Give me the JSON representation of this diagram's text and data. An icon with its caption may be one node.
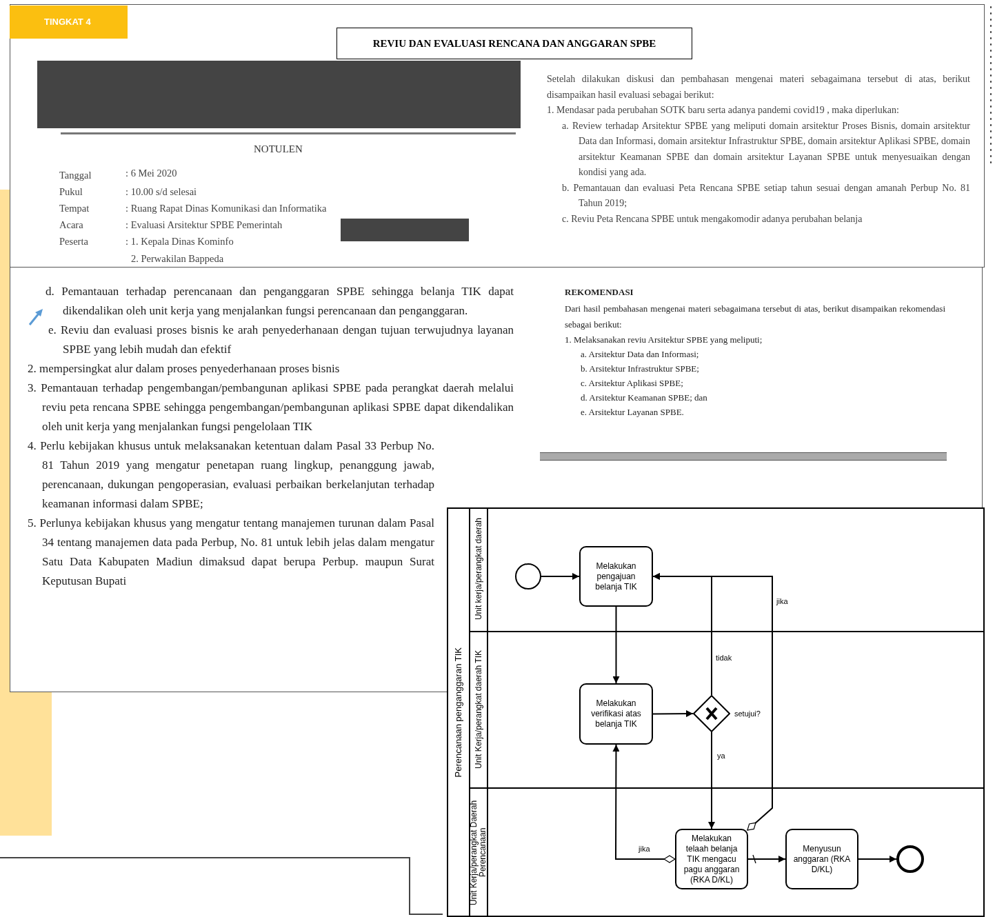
{
  "diagram": {
    "title": "REVIU DAN EVALUASI RENCANA DAN ANGGARAN SPBE",
    "nodes": [
      {
        "text": [
          "TINGKAT 4"
        ]
      },
      {
        "text": [
          "Perencanaan penganggaran TIK"
        ]
      },
      {
        "text": [
          "Unit kerja/perangkat daerah"
        ],
        "in": 1
      },
      {
        "text": [
          "Unit Kerja/perangkat daerah TIK"
        ],
        "in": 1
      },
      {
        "text": [
          "Unit Kerja/perangkat Daerah Perencanaan"
        ],
        "in": 1
      },
      {
        "text": [],
        "shape": "circle",
        "in": 2
      },
      {
        "text": [
          "Melakukan pengajuan belanja TIK"
        ],
        "in": 2
      },
      {
        "text": [
          "Melakukan verifikasi atas belanja TIK"
        ],
        "in": 3
      },
      {
        "text": [],
        "shape": "diamond",
        "in": 3,
        "beside": [
          "setujui?"
        ]
      },
      {
        "text": [
          "Melakukan telaah belanja TIK mengacu pagu anggaran (RKA D/KL)"
        ],
        "in": 4
      },
      {
        "text": [
          "Menyusun anggaran (RKA D/KL)"
        ],
        "in": 4
      },
      {
        "text": [],
        "shape": "circle",
        "in": 4
      }
    ],
    "edges": [
      {
        "from": 5,
        "to": 6,
        "arrow": "to"
      },
      {
        "from": 6,
        "to": 7,
        "arrow": "to"
      },
      {
        "from": 7,
        "to": 8,
        "arrow": "to"
      },
      {
        "from": 8,
        "to": 6,
        "arrow": "to",
        "label": "tidak"
      },
      {
        "from": 8,
        "to": 9,
        "arrow": "to",
        "label": "ya"
      },
      {
        "from": 9,
        "to": 6,
        "arrow": "to",
        "label": "jika"
      },
      {
        "from": 9,
        "to": 7,
        "arrow": "to",
        "label": "jika"
      },
      {
        "from": 9,
        "to": 10,
        "arrow": "to"
      },
      {
        "from": 10,
        "to": 11,
        "arrow": "to"
      }
    ],
    "labels": [
      "NOTULEN",
      "Tanggal",
      ": 6 Mei 2020",
      "Pukul",
      ": 10.00 s/d selesai",
      "Tempat",
      ": Ruang Rapat Dinas Komunikasi dan Informatika",
      "Acara",
      ": Evaluasi Arsitektur SPBE Pemerintah",
      "Peserta",
      ": 1. Kepala Dinas Kominfo",
      "2. Perwakilan Bappeda",
      "Setelah dilakukan diskusi dan pembahasan mengenai materi sebagaimana tersebut di atas, berikut disampaikan hasil evaluasi sebagai berikut:",
      "1. Mendasar pada perubahan SOTK baru serta adanya pandemi covid19 , maka diperlukan:",
      "a. Review terhadap Arsitektur SPBE yang meliputi domain arsitektur Proses Bisnis, domain arsitektur Data dan Informasi, domain arsitektur Infrastruktur SPBE, domain arsitektur Aplikasi SPBE, domain arsitektur Keamanan SPBE dan domain arsitektur Layanan SPBE untuk menyesuaikan dengan kondisi yang ada.",
      "b. Pemantauan dan evaluasi Peta Rencana SPBE setiap tahun sesuai dengan amanah Perbup No. 81 Tahun 2019;",
      "c. Reviu Peta Rencana SPBE untuk mengakomodir adanya perubahan belanja",
      "d. Pemantauan terhadap perencanaan dan penganggaran SPBE sehingga belanja TIK dapat dikendalikan oleh unit kerja yang menjalankan fungsi perencanaan dan penganggaran.",
      "e. Reviu dan evaluasi proses bisnis ke arah penyederhanaan dengan tujuan terwujudnya layanan SPBE yang lebih mudah dan efektif",
      "2. mempersingkat alur dalam proses penyederhanaan proses bisnis",
      "3. Pemantauan terhadap pengembangan/pembangunan aplikasi SPBE pada perangkat daerah melalui reviu peta rencana SPBE sehingga pengembangan/pembangunan aplikasi SPBE dapat dikendalikan oleh unit kerja yang menjalankan fungsi pengelolaan TIK",
      "4. Perlu kebijakan khusus untuk melaksanakan ketentuan dalam Pasal 33 Perbup No. 81 Tahun 2019 yang mengatur penetapan ruang lingkup, penanggung jawab, perencanaan, dukungan pengoperasian, evaluasi perbaikan berkelanjutan terhadap keamanan informasi dalam SPBE;",
      "5. Perlunya kebijakan khusus yang mengatur tentang manajemen turunan dalam Pasal 34 tentang manajemen data pada Perbup, No. 81 untuk lebih jelas dalam mengatur Satu Data Kabupaten Madiun dimaksud dapat berupa Perbup. maupun Surat Keputusan Bupati",
      "REKOMENDASI",
      "Dari hasil pembahasan mengenai materi sebagaimana tersebut di atas, berikut disampaikan rekomendasi sebagai berikut:",
      "1. Melaksanakan reviu Arsitektur SPBE yang meliputi;",
      "a. Arsitektur Data dan Informasi;",
      "b. Arsitektur Infrastruktur SPBE;",
      "c. Arsitektur Aplikasi SPBE;",
      "d. Arsitektur Keamanan SPBE; dan",
      "e. Arsitektur Layanan SPBE."
    ]
  }
}
